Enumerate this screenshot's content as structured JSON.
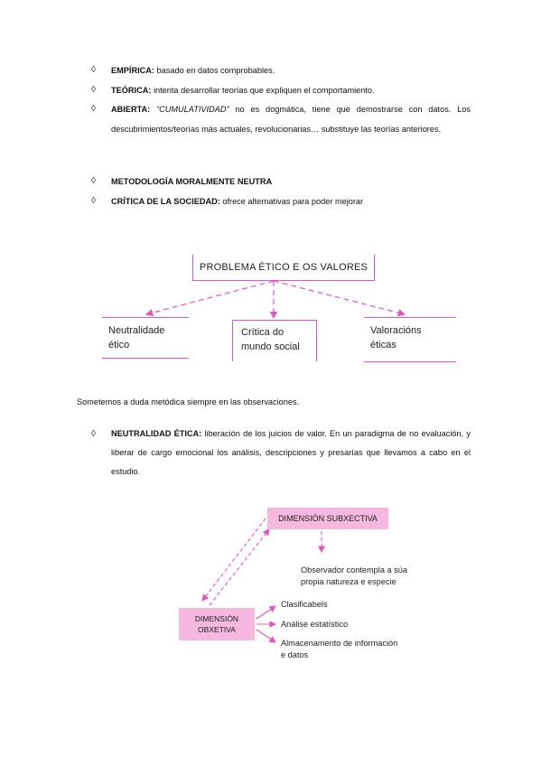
{
  "bullets": [
    {
      "title": "EMPÍRICA:",
      "italic": "",
      "text": " basado en datos comprobables."
    },
    {
      "title": "TEÓRICA:",
      "italic": "",
      "text": " intenta desarrollar teorías que expliquen el comportamiento."
    },
    {
      "title": "ABIERTA:",
      "italic": " “CUMULATIVIDAD”",
      "text": " no es dogmática, tiene que demostrarse con datos. Los descubrimientos/teorías más actuales, revolucionarias… substituye las teorías anteriores."
    },
    {
      "title": "METODOLOGÍA MORALMENTE NEUTRA",
      "italic": "",
      "text": ""
    },
    {
      "title": "CRÍTICA DE LA SOCIEDAD:",
      "italic": "",
      "text": " ofrece alternativas para poder mejorar"
    }
  ],
  "diamond": "◊",
  "diagram1": {
    "top": "PROBLEMA ÉTICO E OS VALORES",
    "left": [
      "Neutralidade",
      "ético"
    ],
    "middle": [
      "Crítica do",
      "mundo social"
    ],
    "right": [
      "Valoracións",
      "éticas"
    ]
  },
  "paragraph": "Sometemos a duda metódica siempre en las observaciones.",
  "bullet2": {
    "title": "NEUTRALIDAD ÉTICA:",
    "text": " liberación de los juicios de valor. En un paradigma de no evaluación, y liberar de cargo emocional los análisis, descripciones y presarías que llevamos a cabo en el estudio."
  },
  "diagram2": {
    "subjective": "DIMENSIÓN SUBXECTIVA",
    "objective": [
      "DIMENSIÓN",
      "OBXETIVA"
    ],
    "observer": [
      "Observador contempla a súa",
      "propia natureza e especie"
    ],
    "items": [
      "Clasificabels",
      "Análise estatístico",
      "Almacenamento de información",
      "e datos"
    ]
  },
  "colors": {
    "accent": "#e055c0",
    "box_fill": "#f6b8df"
  }
}
